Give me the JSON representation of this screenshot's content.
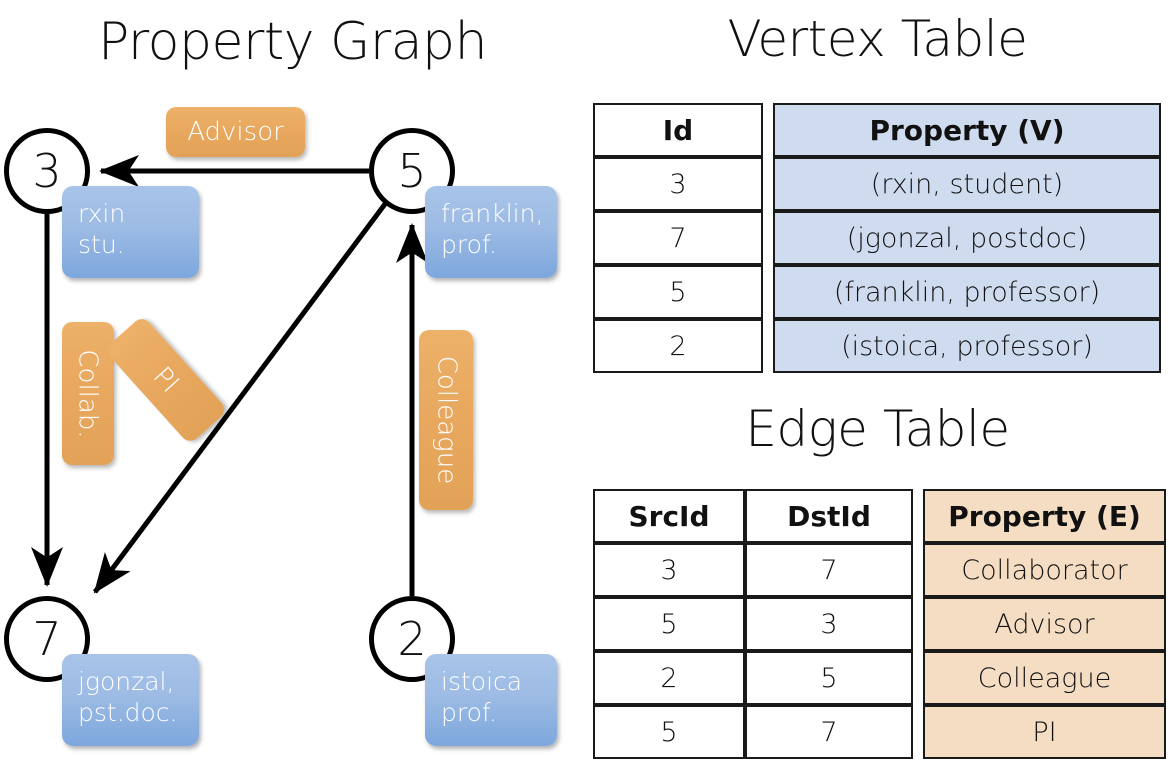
{
  "titles": {
    "property_graph": "Property Graph",
    "vertex_table": "Vertex Table",
    "edge_table": "Edge Table"
  },
  "graph": {
    "nodes": [
      {
        "id": "3",
        "property": "rxin\nstu."
      },
      {
        "id": "5",
        "property": "franklin,\nprof."
      },
      {
        "id": "7",
        "property": "jgonzal,\npst.doc."
      },
      {
        "id": "2",
        "property": "istoica\nprof."
      }
    ],
    "edge_labels": {
      "advisor": "Advisor",
      "collab": "Collab.",
      "pi": "PI",
      "colleague": "Colleague"
    }
  },
  "vertex_table": {
    "headers": [
      "Id",
      "Property (V)"
    ],
    "rows": [
      {
        "id": "3",
        "property": "(rxin, student)"
      },
      {
        "id": "7",
        "property": "(jgonzal, postdoc)"
      },
      {
        "id": "5",
        "property": "(franklin, professor)"
      },
      {
        "id": "2",
        "property": "(istoica, professor)"
      }
    ]
  },
  "edge_table": {
    "headers": [
      "SrcId",
      "DstId",
      "Property (E)"
    ],
    "rows": [
      {
        "src": "3",
        "dst": "7",
        "property": "Collaborator"
      },
      {
        "src": "5",
        "dst": "3",
        "property": "Advisor"
      },
      {
        "src": "2",
        "dst": "5",
        "property": "Colleague"
      },
      {
        "src": "5",
        "dst": "7",
        "property": "PI"
      }
    ]
  },
  "colors": {
    "vertex_property_fill": "#cfdcf0",
    "edge_property_fill": "#f5ddc3",
    "node_callout_blue": "#9dbbe4",
    "edge_tag_orange": "#e8a85f",
    "stroke": "#000000"
  }
}
